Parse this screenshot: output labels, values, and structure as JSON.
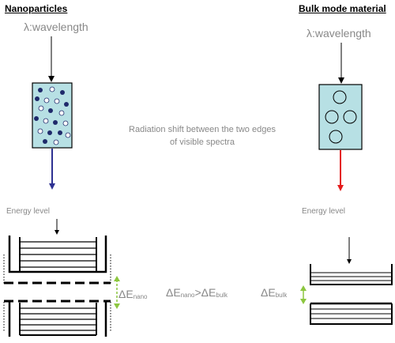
{
  "left": {
    "title": "Nanoparticles",
    "wavelength": "λ:wavelength",
    "energy_level": "Energy level",
    "delta_symbol": "ΔE",
    "delta_sub": "nano"
  },
  "right": {
    "title": "Bulk mode material",
    "wavelength": "λ:wavelength",
    "energy_level": "Energy level",
    "delta_symbol": "ΔE",
    "delta_sub": "bulk"
  },
  "middle": {
    "shift_line1": "Radiation shift between the two edges",
    "shift_line2": "of visible spectra",
    "compare_a": "ΔE",
    "compare_a_sub": "nano",
    "compare_op": ">ΔE",
    "compare_b_sub": "bulk"
  },
  "colors": {
    "box_fill": "#b7e0e4",
    "left_arrow": "#2e3192",
    "right_arrow": "#e41c1c",
    "gap_arrow": "#8cc63f",
    "dark_particle": "#1f2a6b"
  }
}
